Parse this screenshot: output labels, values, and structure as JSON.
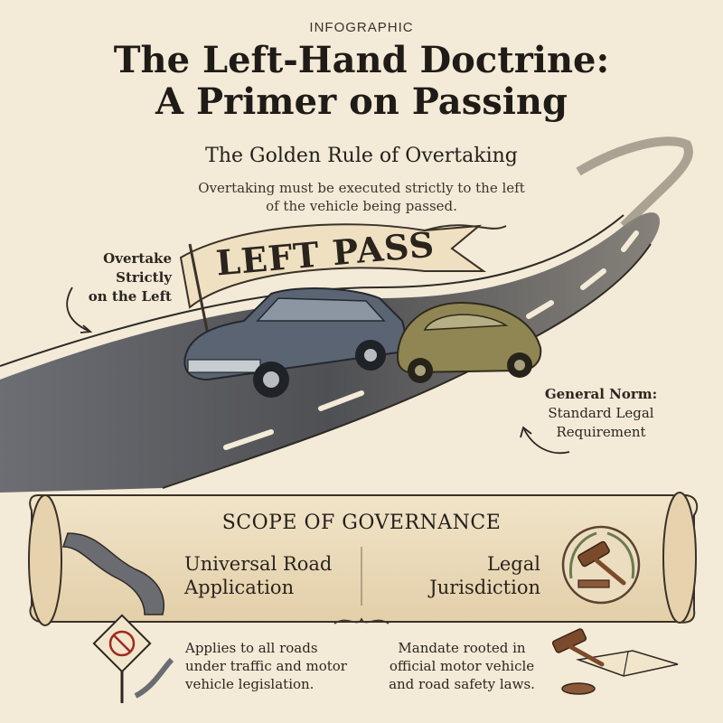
{
  "header": {
    "eyebrow": "INFOGRAPHIC",
    "title_line1": "The Left-Hand Doctrine:",
    "title_line2": "A Primer on Passing"
  },
  "rule": {
    "heading": "The Golden Rule of Overtaking",
    "description_line1": "Overtaking must be executed strictly to the left",
    "description_line2": "of the vehicle being passed."
  },
  "illustration": {
    "banner_text": "LEFT PASS",
    "left_note_line1": "Overtake",
    "left_note_line2": "Strictly",
    "left_note_line3": "on the Left",
    "right_note_line1": "General Norm:",
    "right_note_line2": "Standard Legal",
    "right_note_line3": "Requirement",
    "icons": [
      "road-icon",
      "classic-car-icon",
      "beetle-car-icon",
      "banner-icon"
    ]
  },
  "scope": {
    "title": "SCOPE OF GOVERNANCE",
    "left_heading_line1": "Universal Road",
    "left_heading_line2": "Application",
    "right_heading_line1": "Legal",
    "right_heading_line2": "Jurisdiction",
    "left_desc_line1": "Applies to all roads",
    "left_desc_line2": "under traffic and motor",
    "left_desc_line3": "vehicle legislation.",
    "right_desc_line1": "Mandate rooted in",
    "right_desc_line2": "official motor vehicle",
    "right_desc_line3": "and road safety laws.",
    "icons": [
      "winding-road-icon",
      "gavel-emblem-icon",
      "no-turn-sign-icon",
      "gavel-book-icon"
    ]
  },
  "colors": {
    "paper": "#f3ead7",
    "ink": "#2a2520",
    "road": "#4a4c52",
    "classic_car": "#56606e",
    "beetle_car": "#8e8552",
    "scroll": "#ecdcc0"
  }
}
